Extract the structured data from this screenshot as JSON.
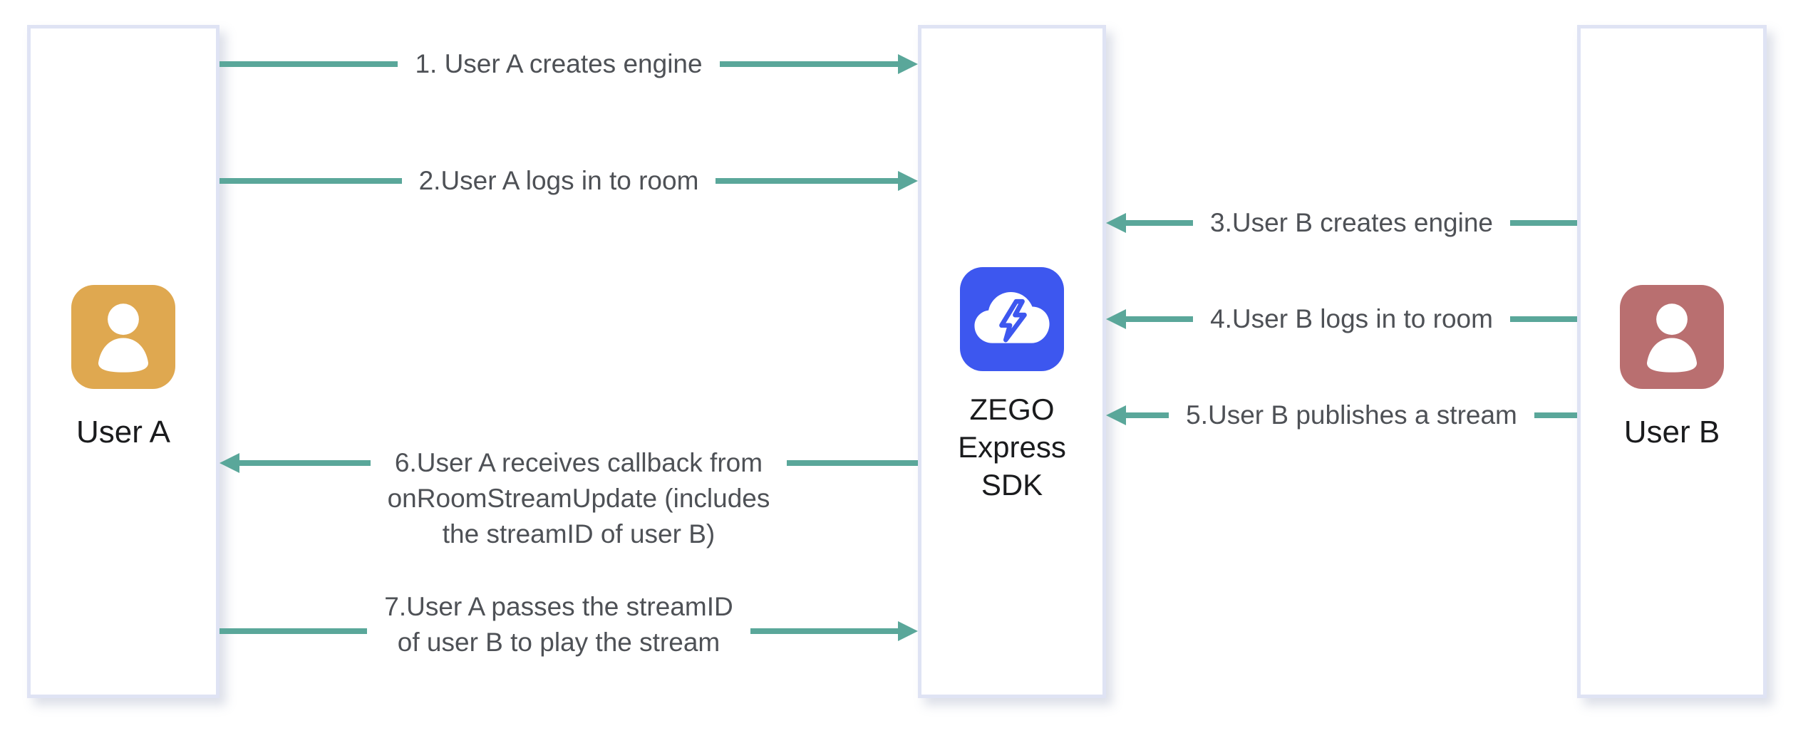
{
  "diagram_title": "ZEGO Express SDK publish/play stream flow",
  "actors": {
    "user_a": {
      "label": "User A",
      "icon": "person-icon",
      "icon_color": "#DFA850"
    },
    "sdk": {
      "lines": [
        "ZEGO",
        "Express",
        "SDK"
      ],
      "icon": "cloud-lightning-icon",
      "icon_color": "#3D57EF"
    },
    "user_b": {
      "label": "User B",
      "icon": "person-icon",
      "icon_color": "#B96F70"
    }
  },
  "messages": [
    {
      "num": "1",
      "label": "1. User A creates engine",
      "from": "user_a",
      "to": "sdk",
      "direction": "right"
    },
    {
      "num": "2",
      "label": "2.User A logs in to room",
      "from": "user_a",
      "to": "sdk",
      "direction": "right"
    },
    {
      "num": "3",
      "label": "3.User B creates engine",
      "from": "user_b",
      "to": "sdk",
      "direction": "left"
    },
    {
      "num": "4",
      "label": "4.User B logs in to room",
      "from": "user_b",
      "to": "sdk",
      "direction": "left"
    },
    {
      "num": "5",
      "label": "5.User B publishes a stream",
      "from": "user_b",
      "to": "sdk",
      "direction": "left"
    },
    {
      "num": "6",
      "lines": [
        "6.User A receives callback from",
        "onRoomStreamUpdate (includes",
        "the streamID of user B)"
      ],
      "from": "sdk",
      "to": "user_a",
      "direction": "left"
    },
    {
      "num": "7",
      "lines": [
        "7.User A passes the streamID",
        "of user B to play the stream"
      ],
      "from": "user_a",
      "to": "sdk",
      "direction": "right"
    }
  ],
  "colors": {
    "arrow": "#5AA79A",
    "label_text": "#4E5156",
    "actor_text": "#1A1B1D",
    "box_border": "#DFE3F4",
    "user_a_icon": "#DFA850",
    "user_b_icon": "#B96F70",
    "sdk_icon": "#3D57EF"
  }
}
